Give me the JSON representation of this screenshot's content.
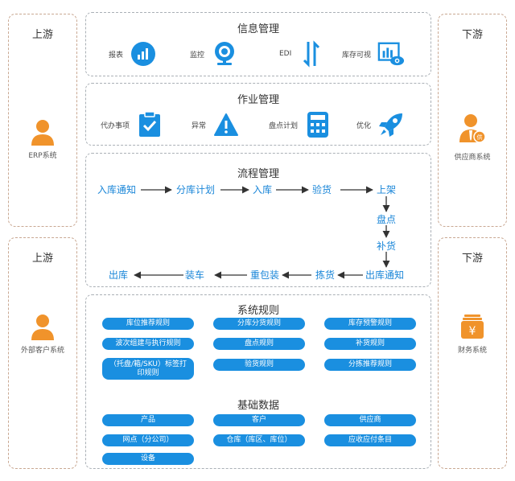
{
  "left_upstream_top": {
    "title": "上游",
    "label": "ERP系统",
    "icon": "user-icon"
  },
  "left_upstream_bottom": {
    "title": "上游",
    "label": "外部客户系统",
    "icon": "user-icon"
  },
  "right_downstream_top": {
    "title": "下游",
    "label": "供应商系统",
    "icon": "supplier-user-icon"
  },
  "right_downstream_bottom": {
    "title": "下游",
    "label": "财务系统",
    "icon": "yuan-stack-icon"
  },
  "info_management": {
    "title": "信息管理",
    "items": [
      {
        "label": "报表",
        "icon": "bar-chart-icon"
      },
      {
        "label": "监控",
        "icon": "webcam-icon"
      },
      {
        "label": "EDI",
        "icon": "transfer-arrows-icon"
      },
      {
        "label": "库存可视",
        "icon": "chart-eye-icon"
      }
    ]
  },
  "operation_management": {
    "title": "作业管理",
    "items": [
      {
        "label": "代办事项",
        "icon": "clipboard-check-icon"
      },
      {
        "label": "异常",
        "icon": "warning-icon"
      },
      {
        "label": "盘点计划",
        "icon": "calculator-icon"
      },
      {
        "label": "优化",
        "icon": "rocket-icon"
      }
    ]
  },
  "process_management": {
    "title": "流程管理",
    "nodes": [
      "入库通知",
      "分库计划",
      "入库",
      "验货",
      "上架",
      "盘点",
      "补货",
      "出库通知",
      "拣货",
      "重包装",
      "装车",
      "出库"
    ]
  },
  "system_rules": {
    "title": "系统规则",
    "rules": [
      "库位推荐规则",
      "分库分货规则",
      "库存预警规则",
      "波次组建与执行规则",
      "盘点规则",
      "补货规则",
      "（托盘/箱/SKU）标签打印规则",
      "验货规则",
      "分拣推荐规则"
    ]
  },
  "base_data": {
    "title": "基础数据",
    "items": [
      "产品",
      "客户",
      "供应商",
      "网点（分公司）",
      "仓库（库区、库位）",
      "应收应付条目",
      "设备"
    ]
  },
  "colors": {
    "accent_blue": "#1a8fe0",
    "orange": "#f0932b",
    "flow_text": "#1a86d8"
  }
}
